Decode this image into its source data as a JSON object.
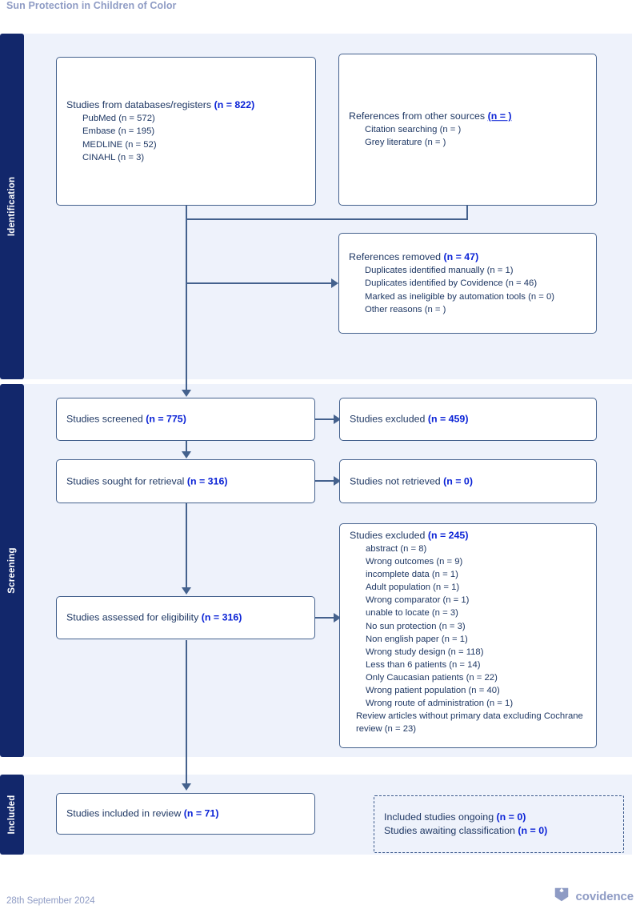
{
  "header": {
    "title": "Sun Protection in Children of Color"
  },
  "colors": {
    "band_bg": "#eef2fb",
    "stage_tab": "#12276b",
    "box_border": "#44618d",
    "label_text": "#1f3864",
    "count_text": "#0b23d6",
    "muted_text": "#8e9bc4"
  },
  "stages": [
    {
      "name": "identification",
      "label": "Identification"
    },
    {
      "name": "screening",
      "label": "Screening"
    },
    {
      "name": "included",
      "label": "Included"
    }
  ],
  "boxes": {
    "databases": {
      "header_label": "Studies from databases/registers",
      "header_count": "(n = 822)",
      "items": [
        "PubMed (n = 572)",
        "Embase (n = 195)",
        "MEDLINE (n = 52)",
        "CINAHL (n = 3)"
      ]
    },
    "other_sources": {
      "header_label": "References from other sources",
      "header_count": "(n = )",
      "items": [
        "Citation searching (n = )",
        "Grey literature (n = )"
      ]
    },
    "references_removed": {
      "header_label": "References removed",
      "header_count": "(n = 47)",
      "items": [
        "Duplicates identified manually (n = 1)",
        "Duplicates identified by Covidence (n = 46)",
        "Marked as ineligible by automation tools (n = 0)",
        "Other reasons (n = )"
      ]
    },
    "screened": {
      "header_label": "Studies screened",
      "header_count": "(n = 775)"
    },
    "screened_excluded": {
      "header_label": "Studies excluded",
      "header_count": "(n = 459)"
    },
    "sought_retrieval": {
      "header_label": "Studies sought for retrieval",
      "header_count": "(n = 316)"
    },
    "not_retrieved": {
      "header_label": "Studies not retrieved",
      "header_count": "(n = 0)"
    },
    "assessed_eligibility": {
      "header_label": "Studies assessed for eligibility",
      "header_count": "(n = 316)"
    },
    "eligibility_excluded": {
      "header_label": "Studies excluded",
      "header_count": "(n = 245)",
      "items": [
        "abstract (n = 8)",
        "Wrong outcomes (n = 9)",
        "incomplete data (n = 1)",
        "Adult population (n = 1)",
        "Wrong comparator (n = 1)",
        "unable to locate (n = 3)",
        "No sun protection (n = 3)",
        "Non english paper (n = 1)",
        "Wrong study design (n = 118)",
        "Less than 6 patients (n = 14)",
        "Only Caucasian patients (n = 22)",
        "Wrong patient population (n = 40)",
        "Wrong route of administration (n = 1)",
        "Review articles without primary data excluding Cochrane review (n = 23)"
      ]
    },
    "included_review": {
      "header_label": "Studies included in review",
      "header_count": "(n = 71)"
    },
    "ongoing_awaiting": {
      "line1_label": "Included studies ongoing",
      "line1_count": "(n = 0)",
      "line2_label": "Studies awaiting classification",
      "line2_count": "(n = 0)"
    }
  },
  "footer": {
    "date": "28th September 2024",
    "brand": "covidence"
  }
}
